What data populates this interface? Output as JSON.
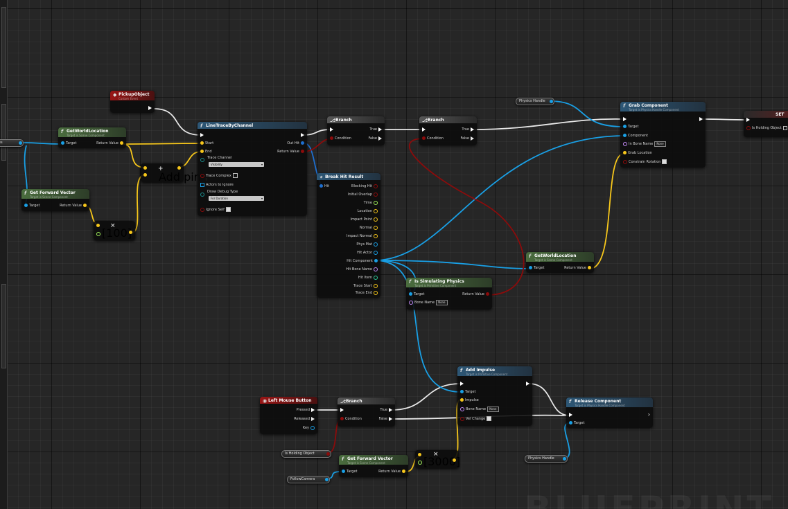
{
  "left_stub": {
    "label": "mes"
  },
  "nodes": {
    "pickup_object": {
      "title": "PickupObject",
      "subtitle": "Custom Event"
    },
    "get_world_location_1": {
      "title": "GetWorldLocation",
      "subtitle": "Target is Scene Component",
      "target": "Target",
      "return_value": "Return Value"
    },
    "get_forward_vector_1": {
      "title": "Get Forward Vector",
      "subtitle": "Target is Scene Component",
      "target": "Target",
      "return_value": "Return Value"
    },
    "add_node": {
      "add_pin": "Add pin"
    },
    "multiply_1": {
      "value": "[100]"
    },
    "line_trace": {
      "title": "LineTraceByChannel",
      "start": "Start",
      "end": "End",
      "trace_channel": "Trace Channel",
      "trace_channel_value": "Visibility",
      "trace_complex": "Trace Complex",
      "actors_to_ignore": "Actors to Ignore",
      "draw_debug_type": "Draw Debug Type",
      "draw_debug_value": "For Duration",
      "ignore_self": "Ignore Self",
      "out_hit": "Out Hit",
      "return_value": "Return Value"
    },
    "branch_1": {
      "title": "Branch",
      "condition": "Condition",
      "true": "True",
      "false": "False"
    },
    "branch_2": {
      "title": "Branch",
      "condition": "Condition",
      "true": "True",
      "false": "False"
    },
    "break_hit_result": {
      "title": "Break Hit Result",
      "input": "Hit",
      "outputs": [
        "Blocking Hit",
        "Initial Overlap",
        "Time",
        "Location",
        "Impact Point",
        "Normal",
        "Impact Normal",
        "Phys Mat",
        "Hit Actor",
        "Hit Component",
        "Hit Bone Name",
        "Hit Item",
        "Trace Start",
        "Trace End"
      ]
    },
    "physics_handle_top": {
      "label": "Physics Handle"
    },
    "grab_component": {
      "title": "Grab Component",
      "subtitle": "Target is Physics Handle Component",
      "target": "Target",
      "component": "Component",
      "in_bone_name": "In Bone Name",
      "none": "None",
      "grab_location": "Grab Location",
      "constrain_rotation": "Constrain Rotation"
    },
    "set_node": {
      "title": "SET",
      "is_holding_object": "Is Holding Object"
    },
    "get_world_location_2": {
      "title": "GetWorldLocation",
      "subtitle": "Target is Scene Component",
      "target": "Target",
      "return_value": "Return Value"
    },
    "is_simulating_physics": {
      "title": "Is Simulating Physics",
      "subtitle": "Target is Primitive Component",
      "target": "Target",
      "bone_name": "Bone Name",
      "none": "None",
      "return_value": "Return Value"
    },
    "add_impulse": {
      "title": "Add Impulse",
      "subtitle": "Target is Primitive Component",
      "target": "Target",
      "impulse": "Impulse",
      "bone_name": "Bone Name",
      "none": "None",
      "vel_change": "Vel Change"
    },
    "left_mouse_button": {
      "title": "Left Mouse Button",
      "pressed": "Pressed",
      "released": "Released",
      "key": "Key"
    },
    "branch_3": {
      "title": "Branch",
      "condition": "Condition",
      "true": "True",
      "false": "False"
    },
    "release_component": {
      "title": "Release Component",
      "subtitle": "Target is Physics Handle Component",
      "target": "Target"
    },
    "is_holding_object_var": {
      "label": "Is Holding Object"
    },
    "get_forward_vector_2": {
      "title": "Get Forward Vector",
      "subtitle": "Target is Scene Component",
      "target": "Target",
      "return_value": "Return Value"
    },
    "multiply_2": {
      "value": "[3000]"
    },
    "follow_camera": {
      "label": "FollowCamera"
    },
    "physics_handle_bottom": {
      "label": "Physics Handle"
    }
  },
  "watermark": "BLUEPRINT",
  "colors": {
    "exec": "#ffffff",
    "object": "#19a0e6",
    "vector": "#f7c71b",
    "boolean": "#8c0b0b",
    "struct": "#1e6fd0",
    "name": "#c38af7",
    "float": "#a0f05a"
  }
}
